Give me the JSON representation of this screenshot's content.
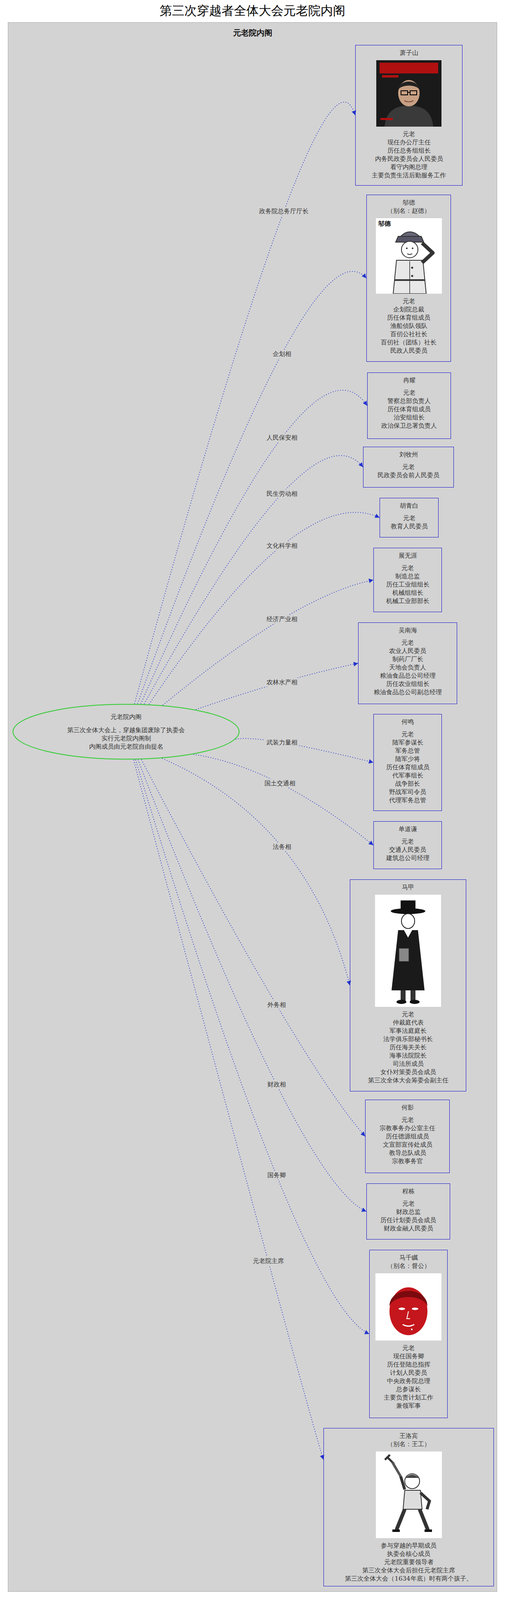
{
  "diagram": {
    "title": "第三次穿越者全体大会元老院内阁",
    "nodes": [
      {
        "text": [
          "元老院内阁"
        ]
      },
      {
        "text": [
          "元老院内阁",
          "第三次全体大会上，穿越集团废除了执委会",
          "实行元老院内阁制",
          "内阁成员由元老院自由提名"
        ],
        "in": 0
      },
      {
        "text": [
          "萧子山",
          "元老",
          "现任办公厅主任",
          "历任总务组组长",
          "内务民政委员会人民委员",
          "看守内阁总理",
          "主要负责生活后勤服务工作"
        ],
        "in": 0
      },
      {
        "text": [
          "邬德",
          "（别名：赵德）",
          "元老",
          "企划院总裁",
          "历任体育组成员",
          "渔船侦队领队",
          "百仞公社社长",
          "百仞社（团练）社长",
          "民政人民委员"
        ],
        "in": 0
      },
      {
        "text": [
          "冉耀",
          "元老",
          "警察总部负责人",
          "历任体育组成员",
          "治安组组长",
          "政治保卫总署负责人"
        ],
        "in": 0
      },
      {
        "text": [
          "刘牧州",
          "元老",
          "民政委员会前人民委员"
        ],
        "in": 0
      },
      {
        "text": [
          "胡青白",
          "元老",
          "教育人民委员"
        ],
        "in": 0
      },
      {
        "text": [
          "展无涯",
          "元老",
          "制造总监",
          "历任工业组组长",
          "机械组组长",
          "机械工业部部长"
        ],
        "in": 0
      },
      {
        "text": [
          "吴南海",
          "元老",
          "农业人民委员",
          "制药厂厂长",
          "天地会负责人",
          "粮油食品总公司经理",
          "历任农业组组长",
          "粮油食品总公司副总经理"
        ],
        "in": 0
      },
      {
        "text": [
          "何鸣",
          "元老",
          "陆军参谋长",
          "军务总管",
          "陆军少将",
          "历任体育组成员",
          "代军事组长",
          "战争部长",
          "野战军司令员",
          "代理军务总管"
        ],
        "in": 0
      },
      {
        "text": [
          "单道谦",
          "元老",
          "交通人民委员",
          "建筑总公司经理"
        ],
        "in": 0
      },
      {
        "text": [
          "马甲",
          "元老",
          "仲裁庭代表",
          "军事法庭庭长",
          "法学俱乐部秘书长",
          "历任海关关长",
          "海事法院院长",
          "司法所成员",
          "女仆对策委员会成员",
          "第三次全体大会筹委会副主任"
        ],
        "in": 0
      },
      {
        "text": [
          "何影",
          "元老",
          "宗教事务办公室主任",
          "历任德源组成员",
          "文宣部宣传处成员",
          "教导总队成员",
          "宗教事务官"
        ],
        "in": 0
      },
      {
        "text": [
          "程栋",
          "元老",
          "财政总监",
          "历任计划委员会成员",
          "财政金融人民委员"
        ],
        "in": 0
      },
      {
        "text": [
          "马千瞩",
          "（别名：督公）",
          "元老",
          "现任国务卿",
          "历任登陆总指挥",
          "计划人民委员",
          "中央政务院总理",
          "总参谋长",
          "主要负责计划工作",
          "兼领军事"
        ],
        "in": 0
      },
      {
        "text": [
          "王洛宾",
          "（别名：王工）",
          "参与穿越的早期成员",
          "执委会核心成员",
          "元老院重要领导者",
          "第三次全体大会后担任元老院主席",
          "第三次全体大会（1634年底）时有两个孩子。"
        ],
        "in": 0
      }
    ],
    "edges": [
      {
        "from": 1,
        "to": 2,
        "arrow": "to",
        "label": "政务院总务厅厅长"
      },
      {
        "from": 1,
        "to": 3,
        "arrow": "to",
        "label": "企划相"
      },
      {
        "from": 1,
        "to": 4,
        "arrow": "to",
        "label": "人民保安相"
      },
      {
        "from": 1,
        "to": 5,
        "arrow": "to",
        "label": "民生劳动相"
      },
      {
        "from": 1,
        "to": 6,
        "arrow": "to",
        "label": "文化科学相"
      },
      {
        "from": 1,
        "to": 7,
        "arrow": "to",
        "label": "经济产业相"
      },
      {
        "from": 1,
        "to": 8,
        "arrow": "to",
        "label": "农林水产相"
      },
      {
        "from": 1,
        "to": 9,
        "arrow": "to",
        "label": "武装力量相"
      },
      {
        "from": 1,
        "to": 10,
        "arrow": "to",
        "label": "国土交通相"
      },
      {
        "from": 1,
        "to": 11,
        "arrow": "to",
        "label": "法务相"
      },
      {
        "from": 1,
        "to": 12,
        "arrow": "to",
        "label": "外务相"
      },
      {
        "from": 1,
        "to": 13,
        "arrow": "to",
        "label": "财政相"
      },
      {
        "from": 1,
        "to": 14,
        "arrow": "to",
        "label": "国务卿"
      },
      {
        "from": 1,
        "to": 15,
        "arrow": "to",
        "label": "元老院主席"
      }
    ],
    "labels": [
      "邬德"
    ]
  }
}
